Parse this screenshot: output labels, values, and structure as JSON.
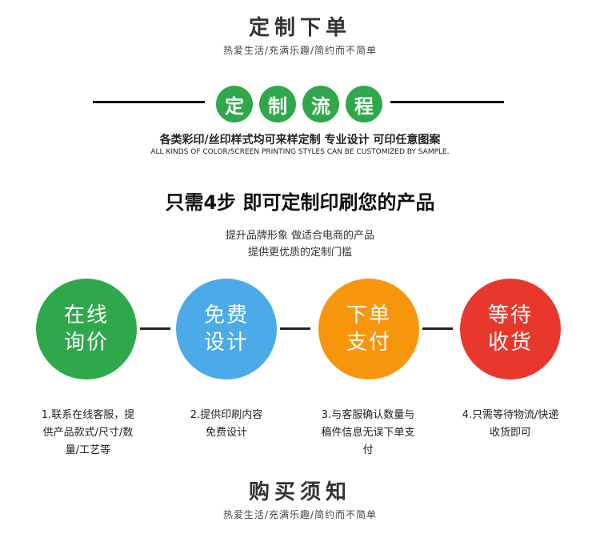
{
  "header": {
    "title": "定制下单",
    "subtitle": "热爱生活/充满乐趣/简约而不简单"
  },
  "process": {
    "badges": [
      "定",
      "制",
      "流",
      "程"
    ],
    "desc_cn": "各类彩印/丝印样式均可来样定制 专业设计 可印任意图案",
    "desc_en": "ALL KINDS OF COLOR/SCREEN PRINTING STYLES CAN BE CUSTOMIZED BY SAMPLE."
  },
  "headline": {
    "text": "只需4步  即可定制印刷您的产品",
    "line1": "提升品牌形象 做适合电商的产品",
    "line2": "提供更优质的定制门槛"
  },
  "steps": [
    {
      "line1": "在线",
      "line2": "询价",
      "color": "#2ea84a",
      "desc1": "1.联系在线客服，提",
      "desc2": "供产品款式/尺寸/数",
      "desc3": "量/工艺等"
    },
    {
      "line1": "免费",
      "line2": "设计",
      "color": "#4aabe8",
      "desc1": "2.提供印刷内容",
      "desc2": "免费设计",
      "desc3": ""
    },
    {
      "line1": "下单",
      "line2": "支付",
      "color": "#f7960c",
      "desc1": "3.与客服确认数量与",
      "desc2": "稿件信息无误下单支",
      "desc3": "付"
    },
    {
      "line1": "等待",
      "line2": "收货",
      "color": "#e8382d",
      "desc1": "4.只需等待物流/快递",
      "desc2": "收货即可",
      "desc3": ""
    }
  ],
  "footer": {
    "title": "购买须知",
    "subtitle": "热爱生活/充满乐趣/简约而不简单"
  }
}
